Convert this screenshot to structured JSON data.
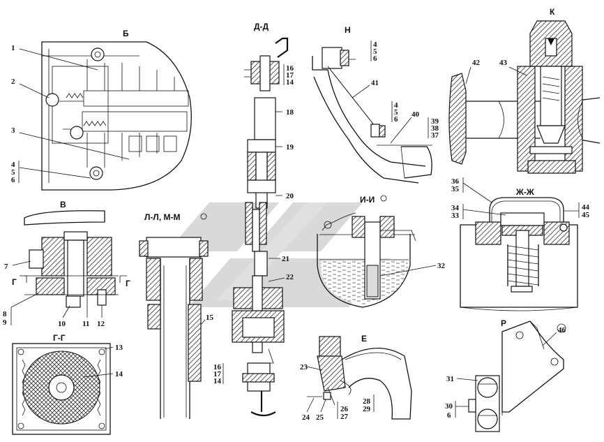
{
  "views": {
    "b": "Б",
    "dd": "Д-Д",
    "n": "Н",
    "k": "К",
    "v": "В",
    "ll_mm": "Л-Л, М-М",
    "ii": "И-И",
    "zhzh": "Ж-Ж",
    "gg": "Г-Г",
    "e": "Е",
    "r": "Р",
    "g_left": "Г",
    "g_right": "Г"
  },
  "callouts": {
    "c1": "1",
    "c2": "2",
    "c3": "3",
    "b_stack": [
      "4",
      "5",
      "6"
    ],
    "dd_top_stack": [
      "16",
      "17",
      "14"
    ],
    "c18": "18",
    "c19": "19",
    "c20": "20",
    "c21": "21",
    "c22": "22",
    "dd_bot_stack": [
      "16",
      "17",
      "14"
    ],
    "n_top_stack": [
      "4",
      "5",
      "6"
    ],
    "c41": "41",
    "n_mid_stack": [
      "4",
      "5",
      "6"
    ],
    "c40": "40",
    "n_right_stack": [
      "39",
      "38",
      "37"
    ],
    "c42": "42",
    "c43": "43",
    "c7": "7",
    "v_stack": [
      "8",
      "9"
    ],
    "c10": "10",
    "c11": "11",
    "c12": "12",
    "c15": "15",
    "c32": "32",
    "zh_left_stack": [
      "36",
      "35"
    ],
    "zh_left2_stack": [
      "34",
      "33"
    ],
    "zh_right_stack": [
      "44",
      "45"
    ],
    "c13": "13",
    "c14": "14",
    "c23": "23",
    "c24": "24",
    "c25": "25",
    "e_stack1": [
      "26",
      "27"
    ],
    "e_stack2": [
      "28",
      "29"
    ],
    "c46": "46",
    "c31": "31",
    "r_stack": [
      "30",
      "6"
    ]
  }
}
